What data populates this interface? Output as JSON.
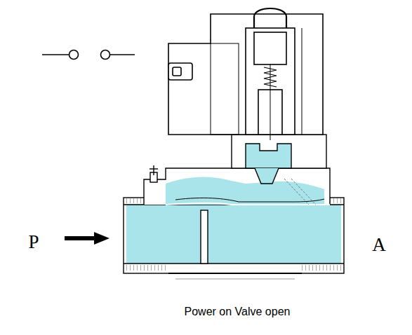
{
  "diagram": {
    "caption": "Power on Valve open",
    "labels": [
      "P",
      "A"
    ]
  }
}
